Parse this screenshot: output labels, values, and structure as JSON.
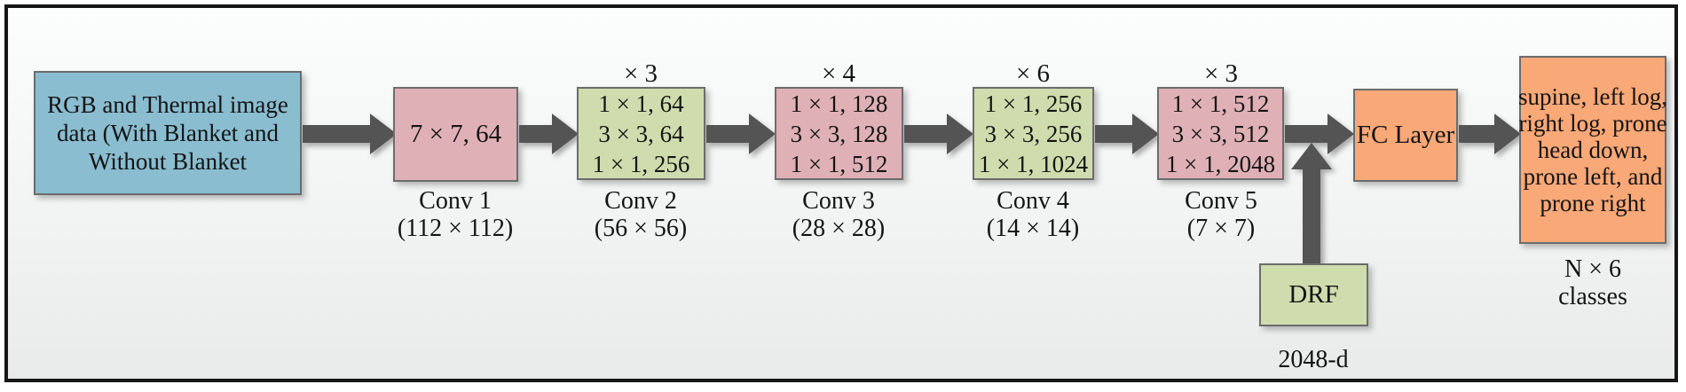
{
  "figure": {
    "colors": {
      "input_box": "#8abdd0",
      "pink_block": "#dfb1b6",
      "green_block": "#cfddae",
      "orange_block": "#f9a877",
      "arrow": "#545454"
    },
    "input_box": {
      "lines": [
        "RGB and Thermal image",
        "data (With Blanket and",
        "Without Blanket"
      ]
    },
    "conv1": {
      "kernel": "7 × 7, 64",
      "label": "Conv 1",
      "size": "(112 × 112)"
    },
    "conv_blocks": [
      {
        "repeat": "× 3",
        "lines": [
          "1 × 1, 64",
          "3 × 3, 64",
          "1 × 1, 256"
        ],
        "label": "Conv 2",
        "size": "(56 × 56)"
      },
      {
        "repeat": "× 4",
        "lines": [
          "1 × 1, 128",
          "3 × 3, 128",
          "1 × 1, 512"
        ],
        "label": "Conv 3",
        "size": "(28 × 28)"
      },
      {
        "repeat": "× 6",
        "lines": [
          "1 × 1, 256",
          "3 × 3, 256",
          "1 × 1, 1024"
        ],
        "label": "Conv 4",
        "size": "(14 × 14)"
      },
      {
        "repeat": "× 3",
        "lines": [
          "1 × 1, 512",
          "3 × 3, 512",
          "1 × 1, 2048"
        ],
        "label": "Conv 5",
        "size": "(7 × 7)"
      }
    ],
    "fc": {
      "label": "FC Layer"
    },
    "drf": {
      "label": "DRF",
      "dimension": "2048-d"
    },
    "output_box": {
      "lines": [
        "supine, left log,",
        "right log, prone",
        "head down,",
        "prone left, and",
        "prone right"
      ],
      "classes_label_lines": [
        "N × 6",
        "classes"
      ]
    }
  }
}
